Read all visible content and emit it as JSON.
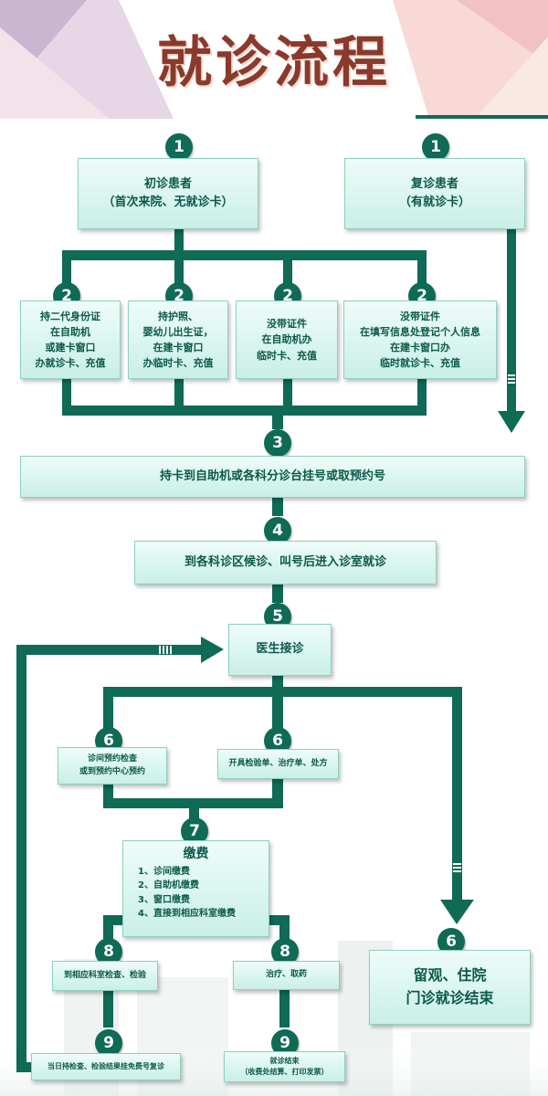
{
  "title": "就诊流程",
  "colors": {
    "accent": "#0f6a56",
    "title": "#8a3a2c",
    "box_fill": "#dff6f1"
  },
  "nodes": {
    "first_visit": {
      "step": "1",
      "text": "初诊患者\n（首次来院、无就诊卡）"
    },
    "return_visit": {
      "step": "1",
      "text": "复诊患者\n（有就诊卡）"
    },
    "id_card": {
      "step": "2",
      "text": "持二代身份证\n在自助机\n或建卡窗口\n办就诊卡、充值"
    },
    "passport": {
      "step": "2",
      "text": "持护照、\n婴幼儿出生证，\n在建卡窗口\n办临时卡、充值"
    },
    "no_id_machine": {
      "step": "2",
      "text": "没带证件\n在自助机办\n临时卡、充值"
    },
    "no_id_window": {
      "step": "2",
      "text": "没带证件\n在填写信息处登记个人信息\n在建卡窗口办\n临时就诊卡、充值"
    },
    "register": {
      "step": "3",
      "text": "持卡到自助机或各科分诊台挂号或取预约号"
    },
    "wait": {
      "step": "4",
      "text": "到各科诊区候诊、叫号后进入诊室就诊"
    },
    "doctor": {
      "step": "5",
      "text": "医生接诊"
    },
    "appointment": {
      "step": "6",
      "text": "诊间预约检查\n或到预约中心预约"
    },
    "prescribe": {
      "step": "6",
      "text": "开具检验单、治疗单、处方"
    },
    "admit": {
      "step": "6",
      "text": "留观、住院\n门诊就诊结束"
    },
    "payment": {
      "step": "7",
      "title": "缴费",
      "items": [
        "1、诊间缴费",
        "2、自助机缴费",
        "3、窗口缴费",
        "4、直接到相应科室缴费"
      ]
    },
    "exam": {
      "step": "8",
      "text": "到相应科室检查、检验"
    },
    "treat": {
      "step": "8",
      "text": "治疗、取药"
    },
    "followup": {
      "step": "9",
      "text": "当日持检查、检验结果挂免费号复诊"
    },
    "finish": {
      "step": "9",
      "text": "就诊结束\n（收费处结算、打印发票）"
    }
  }
}
